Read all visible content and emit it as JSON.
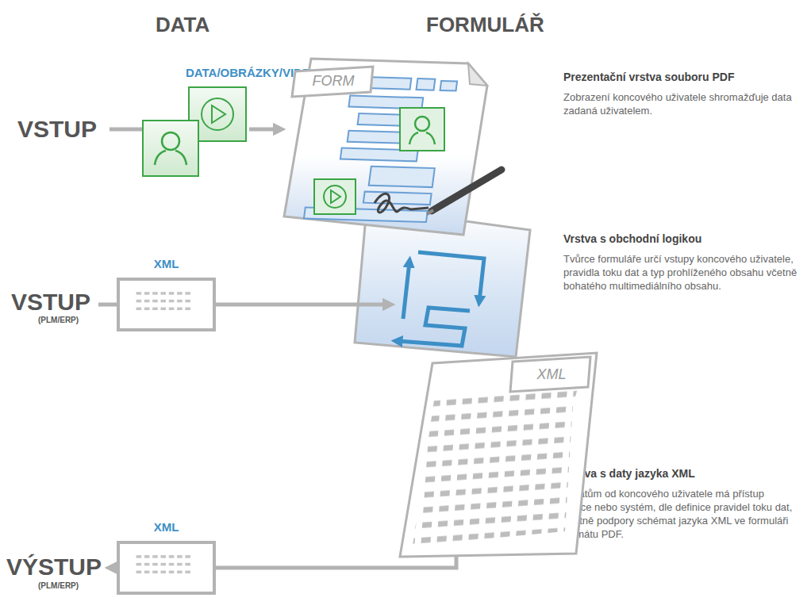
{
  "diagram": {
    "nodes": [
      {
        "text": [
          "XML"
        ]
      },
      {
        "text": [
          "XML"
        ]
      },
      {
        "text": [
          "XML"
        ]
      },
      {
        "text": [
          "FORM"
        ]
      }
    ],
    "edges": [
      {
        "from": 0,
        "to": 2,
        "arrow": "to"
      },
      {
        "from": 2,
        "to": 1,
        "arrow": "none"
      }
    ],
    "labels": [
      "DATA",
      "FORMULÁŘ",
      "DATA/OBRÁZKY/VIDEO",
      "VSTUP",
      "VSTUP",
      "(PLM/ERP)",
      "VÝSTUP",
      "(PLM/ERP)",
      "Prezentační vrstva souboru PDF",
      "Zobrazení koncového uživatele shromažďuje data zadaná uživatelem.",
      "Vrstva s obchodní logikou",
      "Tvůrce formuláře určí vstupy koncového uživatele, pravidla toku dat a typ prohlíženého obsahu včetně bohatého multimediálního obsahu.",
      "Vrstva s daty jazyka XML",
      "K datům od koncového uživatele má přístup tvůrce nebo systém, dle definice pravidel toku dat, včetně podpory schémat jazyka XML ve formuláři formátu PDF."
    ]
  }
}
